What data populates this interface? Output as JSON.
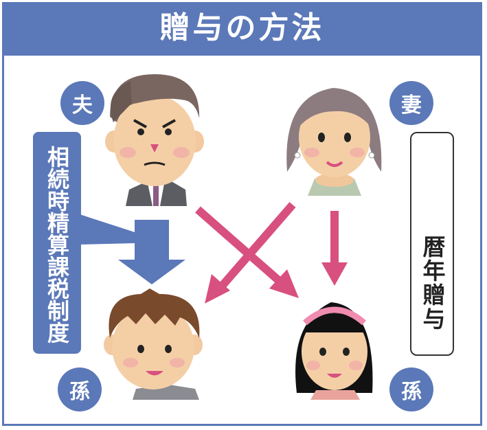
{
  "title": "贈与の方法",
  "labels": {
    "husband": "夫",
    "wife": "妻",
    "grandchild_left": "孫",
    "grandchild_right": "孫"
  },
  "boxes": {
    "settlement_system": "相続時精算課税制度",
    "annual_gift": "暦年贈与"
  },
  "colors": {
    "frame": "#5b78b8",
    "blue_arrow": "#5b78b8",
    "pink_arrow": "#d8507f"
  }
}
